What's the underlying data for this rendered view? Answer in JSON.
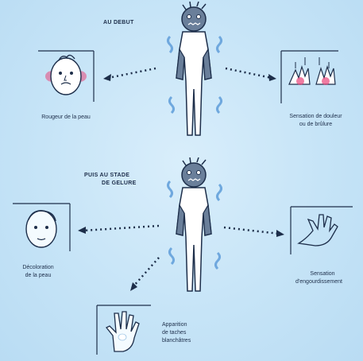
{
  "stage1": {
    "label": "AU DEBUT",
    "left_caption": "Rougeur de la peau",
    "right_caption_1": "Sensation de douleur",
    "right_caption_2": "ou de brûlure"
  },
  "stage2": {
    "label_1": "PUIS AU STADE",
    "label_2": "DE GELURE",
    "left_caption_1": "Décoloration",
    "left_caption_2": "de la peau",
    "right_caption_1": "Sensation",
    "right_caption_2": "d'engourdissement",
    "bottom_caption_1": "Apparition",
    "bottom_caption_2": "de taches",
    "bottom_caption_3": "blanchâtres"
  },
  "colors": {
    "background": "#c6e4f7",
    "figure_fill": "#6a7f9a",
    "outline": "#1d2e4a",
    "redness": "#e8457a",
    "shiver": "#6fa8de"
  },
  "icons": [
    "shivering-person-icon",
    "face-icon",
    "hands-icon",
    "hand-icon",
    "dotted-arrow-icon"
  ]
}
